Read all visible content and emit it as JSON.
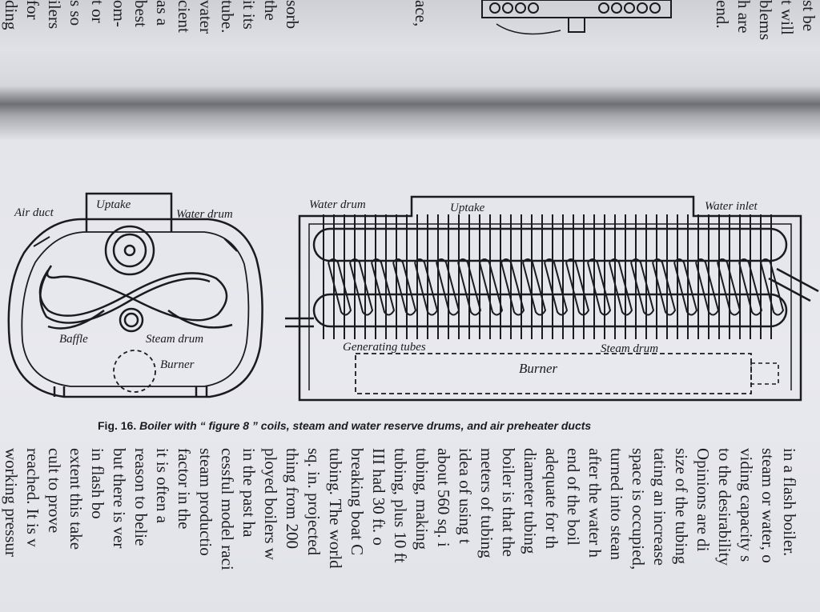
{
  "top_left_lines": [
    "sorb",
    "the",
    "it its",
    "tube.",
    "vater",
    "cient",
    "as a",
    "best",
    "om-",
    "t or",
    "s so",
    "ilers",
    "for",
    "ding"
  ],
  "top_mid_lines": [
    "ace,"
  ],
  "top_right_lines": [
    "st be",
    "t will",
    "blems",
    "h are",
    "end."
  ],
  "figure": {
    "left_labels": {
      "air_duct": "Air duct",
      "uptake": "Uptake",
      "water_drum": "Water drum",
      "baffle": "Baffle",
      "steam_drum": "Steam drum",
      "burner": "Burner"
    },
    "right_labels": {
      "water_drum": "Water drum",
      "uptake": "Uptake",
      "water_inlet": "Water inlet",
      "generating_tubes": "Generating tubes",
      "steam_drum": "Steam drum",
      "burner": "Burner"
    }
  },
  "caption": {
    "number": "Fig. 16.",
    "text": "Boiler with “ figure 8 ” coils, steam and water reserve drums, and air preheater ducts"
  },
  "body_lines": [
    "in a flash boiler.",
    "steam or water, o",
    "viding capacity s",
    "to the desirability",
    "Opinions are di",
    "size of the tubing",
    "tating an increase",
    "space is occupied,",
    "turned into stean",
    "after the water h",
    "end of the boil",
    "adequate for th",
    "diameter tubing",
    "boiler is that the",
    "meters of tubing",
    "idea of using t",
    "about 560 sq. i",
    "tubing, making",
    "tubing, plus 10 ft",
    "III had 30 ft. o",
    "breaking boat C",
    "tubing. The world",
    "sq. in. projected",
    "thing from 200",
    "ployed boilers w",
    "in the past ha",
    "cessful model raci",
    "steam productio",
    "factor in the",
    "it is often a",
    "reason to belie",
    "but there is ver",
    "in flash bo",
    "extent this take",
    "cult to prove",
    "reached. It is v",
    "working pressur"
  ]
}
